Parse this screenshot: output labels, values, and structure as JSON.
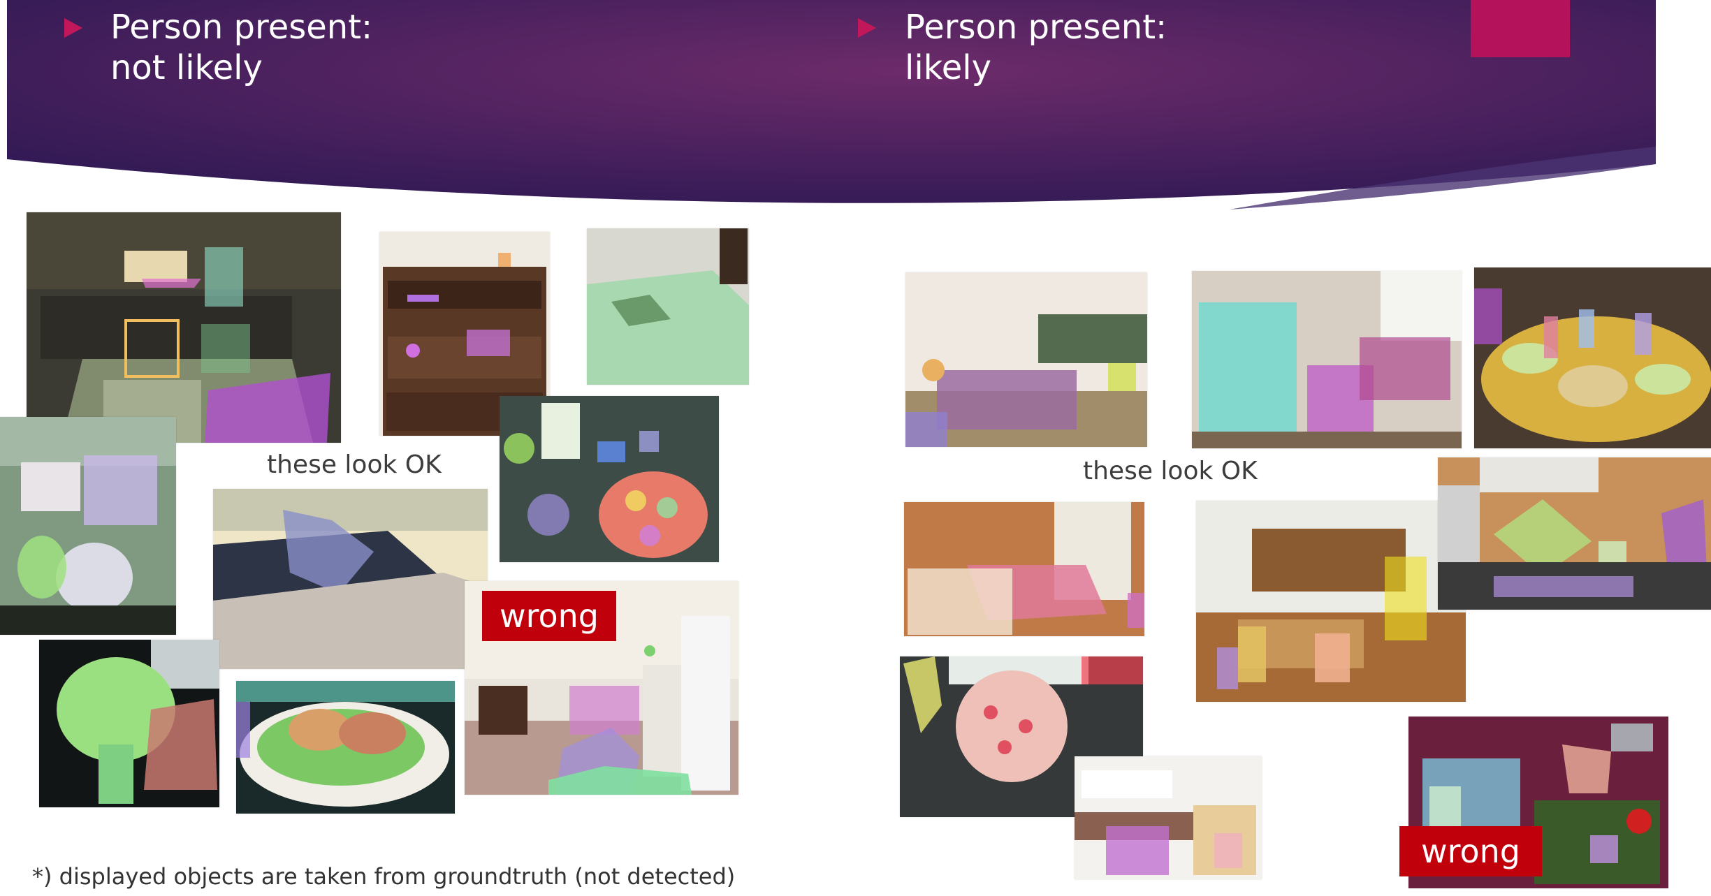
{
  "slide": {
    "left_heading": {
      "line1": "Person present:",
      "line2": "not likely"
    },
    "right_heading": {
      "line1": "Person present:",
      "line2": "likely"
    },
    "captions": {
      "left": "these look OK",
      "right": "these look OK"
    },
    "wrong_label": "wrong",
    "footnote": "*) displayed objects are taken from groundtruth (not detected)"
  },
  "colors": {
    "banner_dark": "#3a1e5a",
    "banner_mid": "#6d2b6a",
    "accent": "#b5125c",
    "wrong_badge": "#c0000b"
  },
  "left_images": [
    {
      "name": "kitchen-dining-photo",
      "scene": "kitchen"
    },
    {
      "name": "wooden-shelf-photo",
      "scene": "shelf"
    },
    {
      "name": "mattress-photo",
      "scene": "mattress"
    },
    {
      "name": "toilet-photo",
      "scene": "bathroom"
    },
    {
      "name": "dog-bed-photo",
      "scene": "dog"
    },
    {
      "name": "toys-table-photo",
      "scene": "toys"
    },
    {
      "name": "broccoli-photo",
      "scene": "broccoli"
    },
    {
      "name": "sandwich-photo",
      "scene": "sandwich"
    },
    {
      "name": "living-room-wrong-photo",
      "scene": "room-wrong"
    }
  ],
  "right_images": [
    {
      "name": "living-room-sofa-photo",
      "scene": "livingroom"
    },
    {
      "name": "fridge-room-photo",
      "scene": "fridge"
    },
    {
      "name": "table-dishes-photo",
      "scene": "table"
    },
    {
      "name": "bedroom-crib-photo",
      "scene": "bedroom"
    },
    {
      "name": "open-kitchen-photo",
      "scene": "openkitchen"
    },
    {
      "name": "desk-laptop-photo",
      "scene": "desk"
    },
    {
      "name": "pizza-photo",
      "scene": "pizza"
    },
    {
      "name": "white-kitchen-photo",
      "scene": "whitekitchen"
    },
    {
      "name": "grocery-wrong-photo",
      "scene": "grocery"
    }
  ]
}
